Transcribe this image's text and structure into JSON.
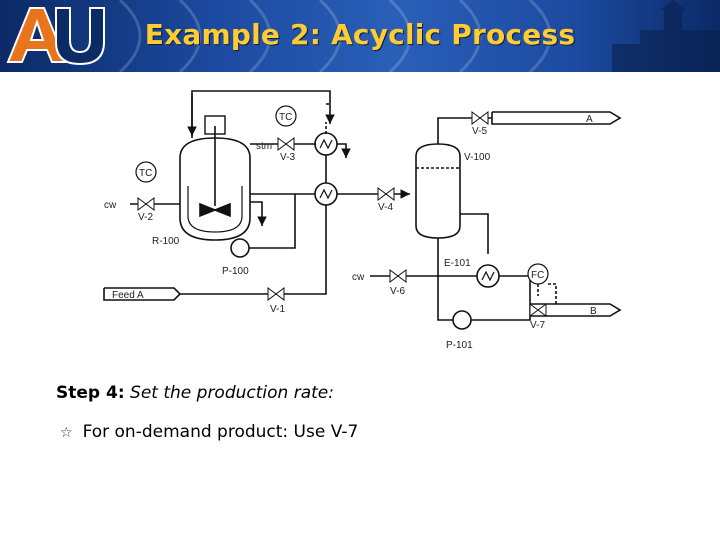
{
  "slide": {
    "title": "Example 2: Acyclic Process",
    "step_label": "Step 4:",
    "step_text": "Set the production rate:",
    "bullet_text": "For on-demand product: Use V-7"
  },
  "colors": {
    "banner_blue": "#1c4aa0",
    "title_gold": "#ffcc33",
    "logo_orange": "#e8741c"
  },
  "diagram": {
    "labels": {
      "tc1": "TC",
      "stm": "stm",
      "v3": "V-3",
      "tc2": "TC",
      "cw1": "cw",
      "v2": "V-2",
      "r100": "R-100",
      "p100": "P-100",
      "feed": "Feed A",
      "v1": "V-1",
      "v4": "V-4",
      "v5": "V-5",
      "a": "A",
      "v100": "V-100",
      "e101": "E-101",
      "cw2": "cw",
      "v6": "V-6",
      "fc": "FC",
      "v7": "V-7",
      "b": "B",
      "p101": "P-101"
    }
  }
}
